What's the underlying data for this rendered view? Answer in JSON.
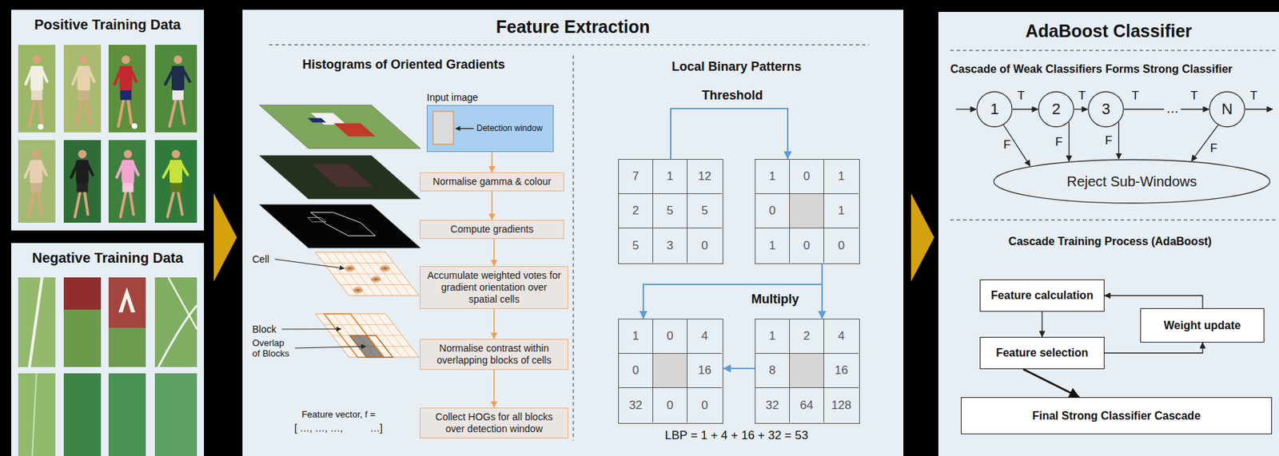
{
  "diagram": {
    "nodes": [
      {
        "text": [
          "Positive Training Data"
        ]
      },
      {
        "text": [
          "Negative Training Data"
        ]
      },
      {
        "text": [
          "Feature Extraction"
        ]
      },
      {
        "text": [
          "Input image",
          "Detection window"
        ],
        "in": 2
      },
      {
        "text": [
          "Normalise gamma & colour"
        ],
        "in": 2
      },
      {
        "text": [
          "Compute gradients"
        ],
        "in": 2
      },
      {
        "text": [
          "Accumulate weighted votes for gradient orientation over spatial cells"
        ],
        "in": 2
      },
      {
        "text": [
          "Normalise contrast within overlapping blocks of cells"
        ],
        "in": 2
      },
      {
        "text": [
          "Collect HOGs for all blocks over detection window"
        ],
        "in": 2
      },
      {
        "text": [
          "7",
          "1",
          "12",
          "2",
          "5",
          "5",
          "5",
          "3",
          "0"
        ],
        "in": 2
      },
      {
        "text": [
          "1",
          "0",
          "1",
          "0",
          "1",
          "1",
          "0",
          "0"
        ],
        "in": 2
      },
      {
        "text": [
          "1",
          "0",
          "4",
          "0",
          "16",
          "32",
          "0",
          "0"
        ],
        "in": 2
      },
      {
        "text": [
          "1",
          "2",
          "4",
          "8",
          "16",
          "32",
          "64",
          "128"
        ],
        "in": 2
      },
      {
        "text": [
          "AdaBoost Classifier"
        ]
      },
      {
        "text": [
          "1"
        ],
        "in": 13
      },
      {
        "text": [
          "2"
        ],
        "in": 13
      },
      {
        "text": [
          "3"
        ],
        "in": 13
      },
      {
        "text": [
          "N"
        ],
        "in": 13
      },
      {
        "text": [
          "Reject Sub-Windows"
        ],
        "in": 13
      },
      {
        "text": [
          "Feature calculation"
        ],
        "in": 13
      },
      {
        "text": [
          "Weight update"
        ],
        "in": 13
      },
      {
        "text": [
          "Feature selection"
        ],
        "in": 13
      },
      {
        "text": [
          "Final Strong Classifier Cascade"
        ],
        "in": 13
      }
    ],
    "edges": [
      {
        "from": 3,
        "to": 4,
        "arrow": "to"
      },
      {
        "from": 4,
        "to": 5,
        "arrow": "to"
      },
      {
        "from": 5,
        "to": 6,
        "arrow": "to"
      },
      {
        "from": 6,
        "to": 7,
        "arrow": "to"
      },
      {
        "from": 7,
        "to": 8,
        "arrow": "to"
      },
      {
        "from": 9,
        "to": 10,
        "label": "Threshold",
        "arrow": "to"
      },
      {
        "from": 10,
        "to": 11,
        "arrow": "to"
      },
      {
        "from": 10,
        "to": 12,
        "label": "Multiply",
        "arrow": "to"
      },
      {
        "from": 12,
        "to": 11,
        "arrow": "to"
      },
      {
        "from": 14,
        "to": 15,
        "label": "T",
        "arrow": "to"
      },
      {
        "from": 15,
        "to": 16,
        "label": "T",
        "arrow": "to"
      },
      {
        "from": 16,
        "to": 17,
        "label": "T",
        "arrow": "to"
      },
      {
        "from": 14,
        "to": 18,
        "label": "F",
        "arrow": "to"
      },
      {
        "from": 15,
        "to": 18,
        "label": "F",
        "arrow": "to"
      },
      {
        "from": 16,
        "to": 18,
        "label": "F",
        "arrow": "to"
      },
      {
        "from": 17,
        "to": 18,
        "label": "F",
        "arrow": "to"
      },
      {
        "from": 19,
        "to": 21,
        "arrow": "to"
      },
      {
        "from": 21,
        "to": 20,
        "arrow": "to"
      },
      {
        "from": 20,
        "to": 19,
        "arrow": "to"
      },
      {
        "from": 21,
        "to": 22,
        "arrow": "to"
      }
    ],
    "labels": [
      "Histograms of Oriented Gradients",
      "Cell",
      "Block",
      "Overlap of Blocks",
      "Feature vector, f =",
      "[ …, …, …,          …]",
      "Local Binary Patterns",
      "LBP = 1 + 4 + 16 + 32 = 53",
      "Cascade of Weak Classifiers Forms Strong Classifier",
      "…",
      "T",
      "T",
      "Cascade Training Process (AdaBoost)"
    ]
  }
}
